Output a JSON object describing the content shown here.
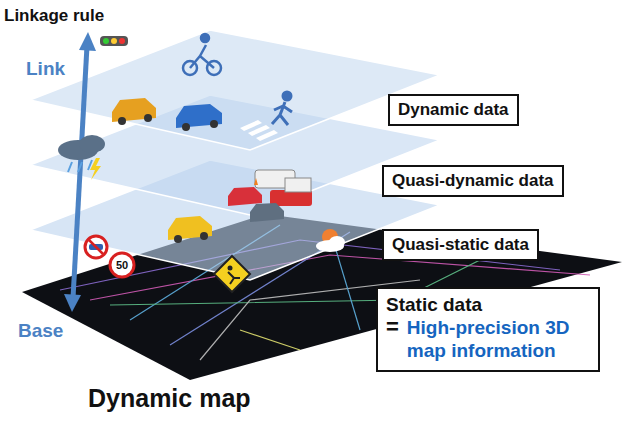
{
  "diagram": {
    "caption": "Dynamic map",
    "nodes": [
      {
        "text": [
          "Dynamic data"
        ]
      },
      {
        "text": [
          "Quasi-dynamic data"
        ]
      },
      {
        "text": [
          "Quasi-static data"
        ]
      },
      {
        "text": [
          "Static data",
          "=",
          "High-precision 3D map information"
        ]
      }
    ],
    "labels": [
      "Linkage rule",
      "Link",
      "Base",
      "50"
    ]
  }
}
